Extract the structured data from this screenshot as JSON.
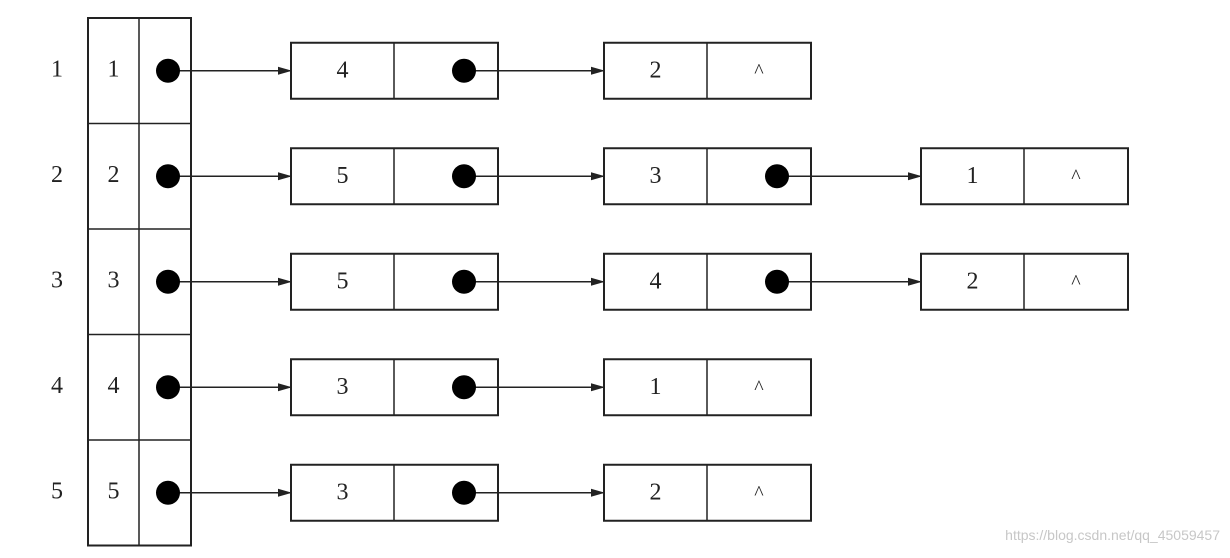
{
  "graph": {
    "rows": [
      {
        "row_label": "1",
        "vertex": "1",
        "nodes": [
          {
            "value": "4"
          },
          {
            "value": "2",
            "end": "^"
          }
        ]
      },
      {
        "row_label": "2",
        "vertex": "2",
        "nodes": [
          {
            "value": "5"
          },
          {
            "value": "3"
          },
          {
            "value": "1",
            "end": "^"
          }
        ]
      },
      {
        "row_label": "3",
        "vertex": "3",
        "nodes": [
          {
            "value": "5"
          },
          {
            "value": "4"
          },
          {
            "value": "2",
            "end": "^"
          }
        ]
      },
      {
        "row_label": "4",
        "vertex": "4",
        "nodes": [
          {
            "value": "3"
          },
          {
            "value": "1",
            "end": "^"
          }
        ]
      },
      {
        "row_label": "5",
        "vertex": "5",
        "nodes": [
          {
            "value": "3"
          },
          {
            "value": "2",
            "end": "^"
          }
        ]
      }
    ]
  },
  "watermark": "https://blog.csdn.net/qq_45059457"
}
